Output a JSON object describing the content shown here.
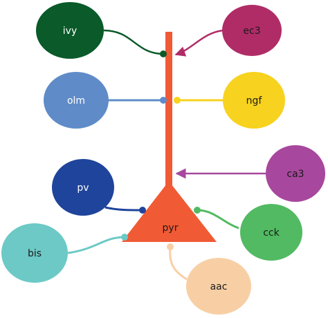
{
  "cell": {
    "label": "pyr",
    "color": "#f05a35",
    "label_color": "#1a1a1a"
  },
  "inputs": [
    {
      "label": "ivy",
      "color": "#0a5a2a",
      "label_color": "#ffffff",
      "terminal": "dot"
    },
    {
      "label": "ec3",
      "color": "#b02c67",
      "label_color": "#1a1a1a",
      "terminal": "arrow"
    },
    {
      "label": "olm",
      "color": "#5f8cc8",
      "label_color": "#ffffff",
      "terminal": "dot"
    },
    {
      "label": "ngf",
      "color": "#f7d21e",
      "label_color": "#1a1a1a",
      "terminal": "dot"
    },
    {
      "label": "ca3",
      "color": "#a7479d",
      "label_color": "#1a1a1a",
      "terminal": "arrow"
    },
    {
      "label": "pv",
      "color": "#1f449b",
      "label_color": "#ffffff",
      "terminal": "dot"
    },
    {
      "label": "cck",
      "color": "#51ba62",
      "label_color": "#1a1a1a",
      "terminal": "dot"
    },
    {
      "label": "bis",
      "color": "#6cc9c6",
      "label_color": "#1a1a1a",
      "terminal": "dot"
    },
    {
      "label": "aac",
      "color": "#f8cfa5",
      "label_color": "#1a1a1a",
      "terminal": "dot"
    }
  ]
}
